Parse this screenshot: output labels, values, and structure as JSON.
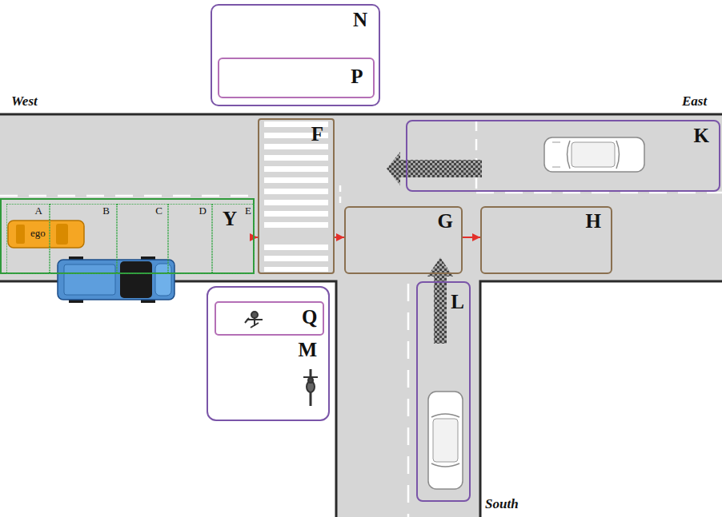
{
  "diagram": {
    "nodes": [
      {
        "text": [
          "N"
        ]
      },
      {
        "text": [
          "P"
        ],
        "in": 0
      },
      {
        "text": [
          "F"
        ]
      },
      {
        "text": [
          "K"
        ]
      },
      {
        "text": [
          "Y"
        ]
      },
      {
        "text": [
          "A"
        ],
        "in": 4
      },
      {
        "text": [
          "B"
        ],
        "in": 4
      },
      {
        "text": [
          "C"
        ],
        "in": 4
      },
      {
        "text": [
          "D"
        ],
        "in": 4
      },
      {
        "text": [
          "E"
        ],
        "in": 4
      },
      {
        "text": [
          "G"
        ]
      },
      {
        "text": [
          "H"
        ]
      },
      {
        "text": [
          "M"
        ]
      },
      {
        "text": [
          "Q"
        ],
        "in": 12
      },
      {
        "text": [
          "L"
        ]
      }
    ],
    "edges": [
      {
        "from": 4,
        "to": 2,
        "arrow": "to"
      },
      {
        "from": 2,
        "to": 10,
        "arrow": "to"
      },
      {
        "from": 10,
        "to": 11,
        "arrow": "to"
      }
    ],
    "labels": [
      "West",
      "East",
      "South",
      "ego"
    ]
  }
}
